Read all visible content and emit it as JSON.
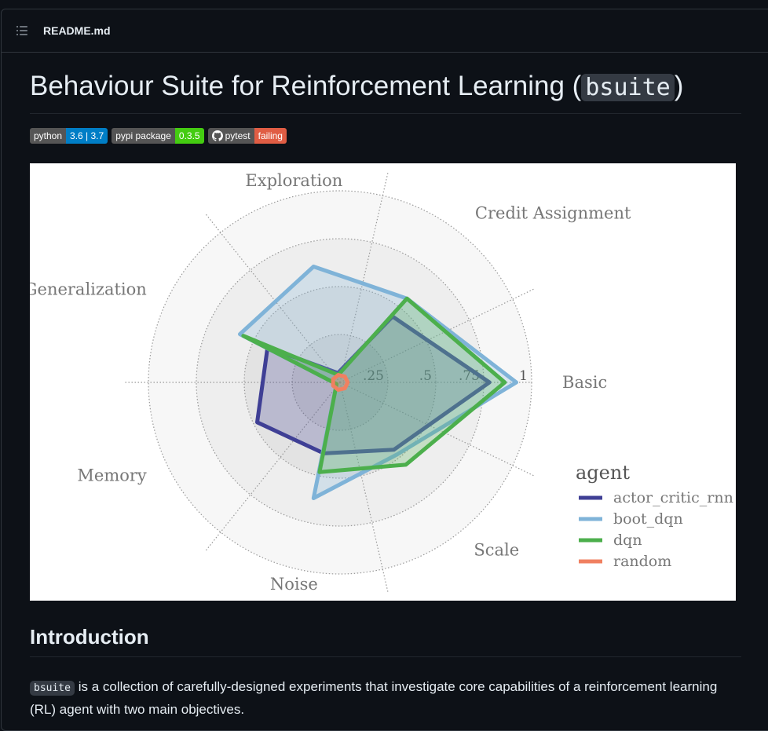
{
  "file_header": {
    "filename": "README.md",
    "toc_icon": "list-unordered-icon"
  },
  "readme": {
    "title_text": "Behaviour Suite for Reinforcement Learning (",
    "title_code": "bsuite",
    "title_close": ")",
    "badges": [
      {
        "label": "python",
        "value": "3.6 | 3.7",
        "color": "#007ec6"
      },
      {
        "label": "pypi package",
        "value": "0.3.5",
        "color": "#4c1"
      },
      {
        "label": "pytest",
        "value": "failing",
        "color": "#e05d44",
        "icon": "github-icon"
      }
    ],
    "intro_heading": "Introduction",
    "intro_code": "bsuite",
    "intro_text": " is a collection of carefully-designed experiments that investigate core capabilities of a reinforcement learning (RL) agent with two main objectives."
  },
  "chart_data": {
    "type": "radar",
    "axes": [
      "Basic",
      "Credit Assignment",
      "Exploration",
      "Generalization",
      "Memory",
      "Noise",
      "Scale"
    ],
    "radial_ticks": [
      ".25",
      ".5",
      ".75",
      "1"
    ],
    "range": [
      0,
      1
    ],
    "legend_title": "agent",
    "legend_position": "bottom-right",
    "series": [
      {
        "name": "actor_critic_rnn",
        "color": "#3f3f95",
        "values": [
          0.78,
          0.44,
          0.05,
          0.42,
          0.48,
          0.38,
          0.45
        ]
      },
      {
        "name": "boot_dqn",
        "color": "#7fb3d8",
        "values": [
          0.92,
          0.56,
          0.62,
          0.58,
          0.02,
          0.62,
          0.48
        ]
      },
      {
        "name": "dqn",
        "color": "#4caf4c",
        "values": [
          0.86,
          0.56,
          0.04,
          0.56,
          0.02,
          0.48,
          0.55
        ]
      },
      {
        "name": "random",
        "color": "#f08060",
        "values": [
          0.04,
          0.04,
          0.04,
          0.04,
          0.04,
          0.04,
          0.04
        ]
      }
    ]
  }
}
